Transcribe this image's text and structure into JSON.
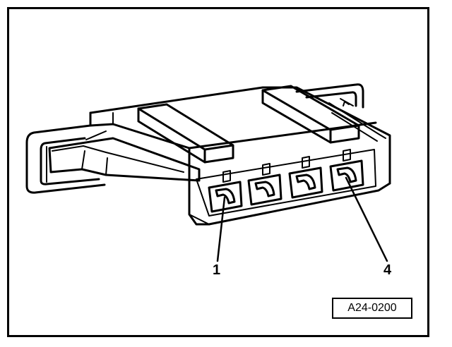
{
  "figure": {
    "pin_labels": {
      "first": "1",
      "last": "4"
    },
    "figure_id": "A24-0200"
  },
  "colors": {
    "line": "#000000",
    "background": "#ffffff"
  }
}
